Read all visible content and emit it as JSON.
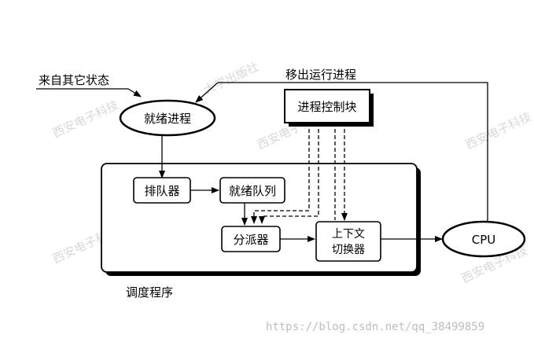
{
  "labels": {
    "from_other_states": "来自其它状态",
    "ready_process": "就绪进程",
    "move_out_running_process": "移出运行进程",
    "pcb": "进程控制块",
    "enqueue": "排队器",
    "ready_queue": "就绪队列",
    "dispatcher": "分派器",
    "context_switcher_line1": "上下文",
    "context_switcher_line2": "切换器",
    "cpu": "CPU",
    "scheduler": "调度程序"
  },
  "watermarks": {
    "publisher_1": "西安电子科技",
    "publisher_2": "大学出版社",
    "publisher_3": "西安电子科技大学出版社",
    "source_url": "https://blog.csdn.net/qq_38499859"
  },
  "colors": {
    "ink": "#000000",
    "shadow": "#000000",
    "watermark": "#d8d8d8"
  }
}
